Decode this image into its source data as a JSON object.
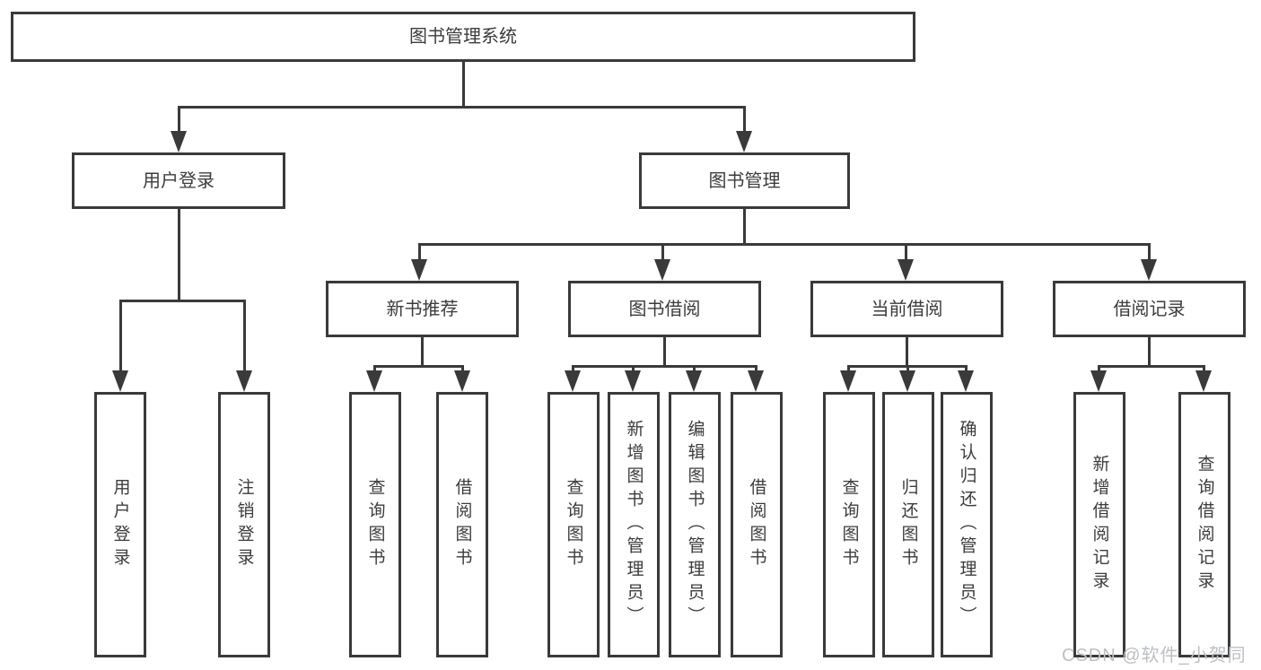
{
  "diagram": {
    "title": "图书管理系统",
    "type": "hierarchy-tree",
    "colors": {
      "line": "#3a3a3a",
      "text": "#3c3c3c",
      "background": "#ffffff",
      "watermark_text_color": "#bcc0c4"
    },
    "nodes": {
      "root": {
        "label": "图书管理系统"
      },
      "login": {
        "label": "用户登录"
      },
      "mgmt": {
        "label": "图书管理"
      },
      "new_book": {
        "label": "新书推荐"
      },
      "borrow": {
        "label": "图书借阅"
      },
      "current": {
        "label": "当前借阅"
      },
      "records": {
        "label": "借阅记录"
      },
      "login_user": {
        "label": "用户登录"
      },
      "login_logout": {
        "label": "注销登录"
      },
      "nb_query": {
        "label": "查询图书"
      },
      "nb_borrow": {
        "label": "借阅图书"
      },
      "bw_query": {
        "label": "查询图书"
      },
      "bw_add": {
        "label": "新增图书（管理员）"
      },
      "bw_edit": {
        "label": "编辑图书（管理员）"
      },
      "bw_lend": {
        "label": "借阅图书"
      },
      "cur_query": {
        "label": "查询图书"
      },
      "cur_return": {
        "label": "归还图书"
      },
      "cur_confirm": {
        "label": "确认归还（管理员）"
      },
      "rec_add": {
        "label": "新增借阅记录"
      },
      "rec_query": {
        "label": "查询借阅记录"
      }
    },
    "edges": [
      "root->login",
      "root->mgmt",
      "login->login_user",
      "login->login_logout",
      "mgmt->new_book",
      "mgmt->borrow",
      "mgmt->current",
      "mgmt->records",
      "new_book->nb_query",
      "new_book->nb_borrow",
      "borrow->bw_query",
      "borrow->bw_add",
      "borrow->bw_edit",
      "borrow->bw_lend",
      "current->cur_query",
      "current->cur_return",
      "current->cur_confirm",
      "records->rec_add",
      "records->rec_query"
    ],
    "watermark": "CSDN @软件_小贺同学"
  }
}
